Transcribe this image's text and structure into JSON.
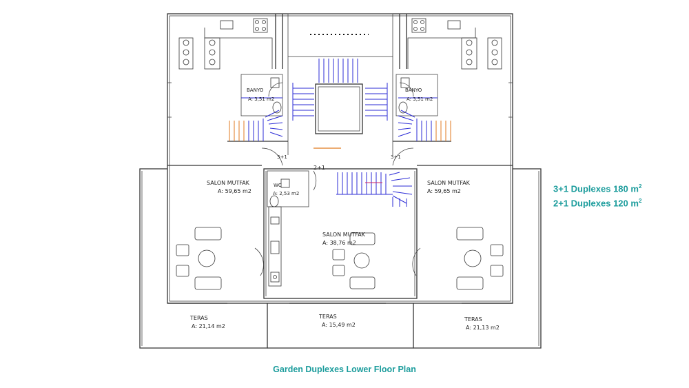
{
  "legend": {
    "line1_text": "3+1 Duplexes 180 m",
    "line1_sup": "2",
    "line2_text": "2+1 Duplexes 120 m",
    "line2_sup": "2"
  },
  "caption": "Garden Duplexes Lower Floor Plan",
  "rooms": {
    "left_salon_name": "SALON MUTFAK",
    "left_salon_area": "A: 59,65 m2",
    "right_salon_name": "SALON MUTFAK",
    "right_salon_area": "A: 59,65 m2",
    "mid_salon_name": "SALON MUTFAK",
    "mid_salon_area": "A: 38,76 m2",
    "wc_name": "WC",
    "wc_area": "A: 2,53 m2",
    "left_banyo_name": "BANYO",
    "left_banyo_area": "A: 3,51 m2",
    "right_banyo_name": "BANYO",
    "right_banyo_area": "A: 3,51 m2",
    "left_teras_name": "TERAS",
    "left_teras_area": "A: 21,14 m2",
    "mid_teras_name": "TERAS",
    "mid_teras_area": "A: 15,49 m2",
    "right_teras_name": "TERAS",
    "right_teras_area": "A: 21,13 m2",
    "left_unit_type": "3+1",
    "right_unit_type": "3+1",
    "mid_unit_type": "2+1"
  }
}
